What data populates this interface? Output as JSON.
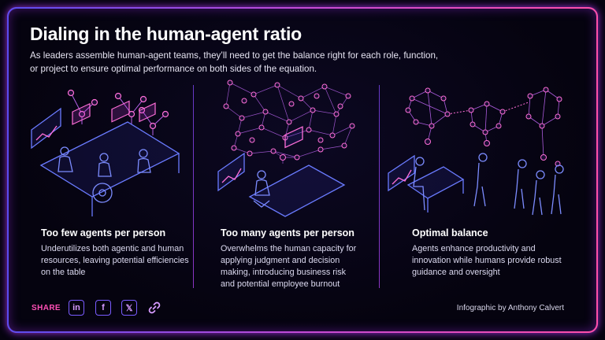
{
  "header": {
    "title": "Dialing in the human-agent ratio",
    "subtitle": "As leaders assemble human-agent teams, they’ll need to get the balance right for each role, function, or project to ensure optimal performance on both sides of the equation."
  },
  "columns": [
    {
      "heading": "Too few agents per person",
      "body": "Underutilizes both agentic and human resources, leaving potential efficiencies on the table"
    },
    {
      "heading": "Too many agents per person",
      "body": "Overwhelms the human capacity for applying judgment and decision making, introducing business risk and potential employee burnout"
    },
    {
      "heading": "Optimal balance",
      "body": "Agents enhance productivity and innovation while humans provide robust guidance and oversight"
    }
  ],
  "footer": {
    "share_label": "SHARE",
    "social": [
      {
        "icon": "linkedin-icon",
        "glyph": "in"
      },
      {
        "icon": "facebook-icon",
        "glyph": "f"
      },
      {
        "icon": "x-icon",
        "glyph": "𝕏"
      },
      {
        "icon": "link-icon",
        "glyph": ""
      }
    ],
    "credit": "Infographic by Anthony Calvert"
  },
  "colors": {
    "accent_pink": "#ff4fb5",
    "accent_purple": "#c44bd6",
    "accent_blue": "#5a6cff",
    "background": "#05030f"
  }
}
